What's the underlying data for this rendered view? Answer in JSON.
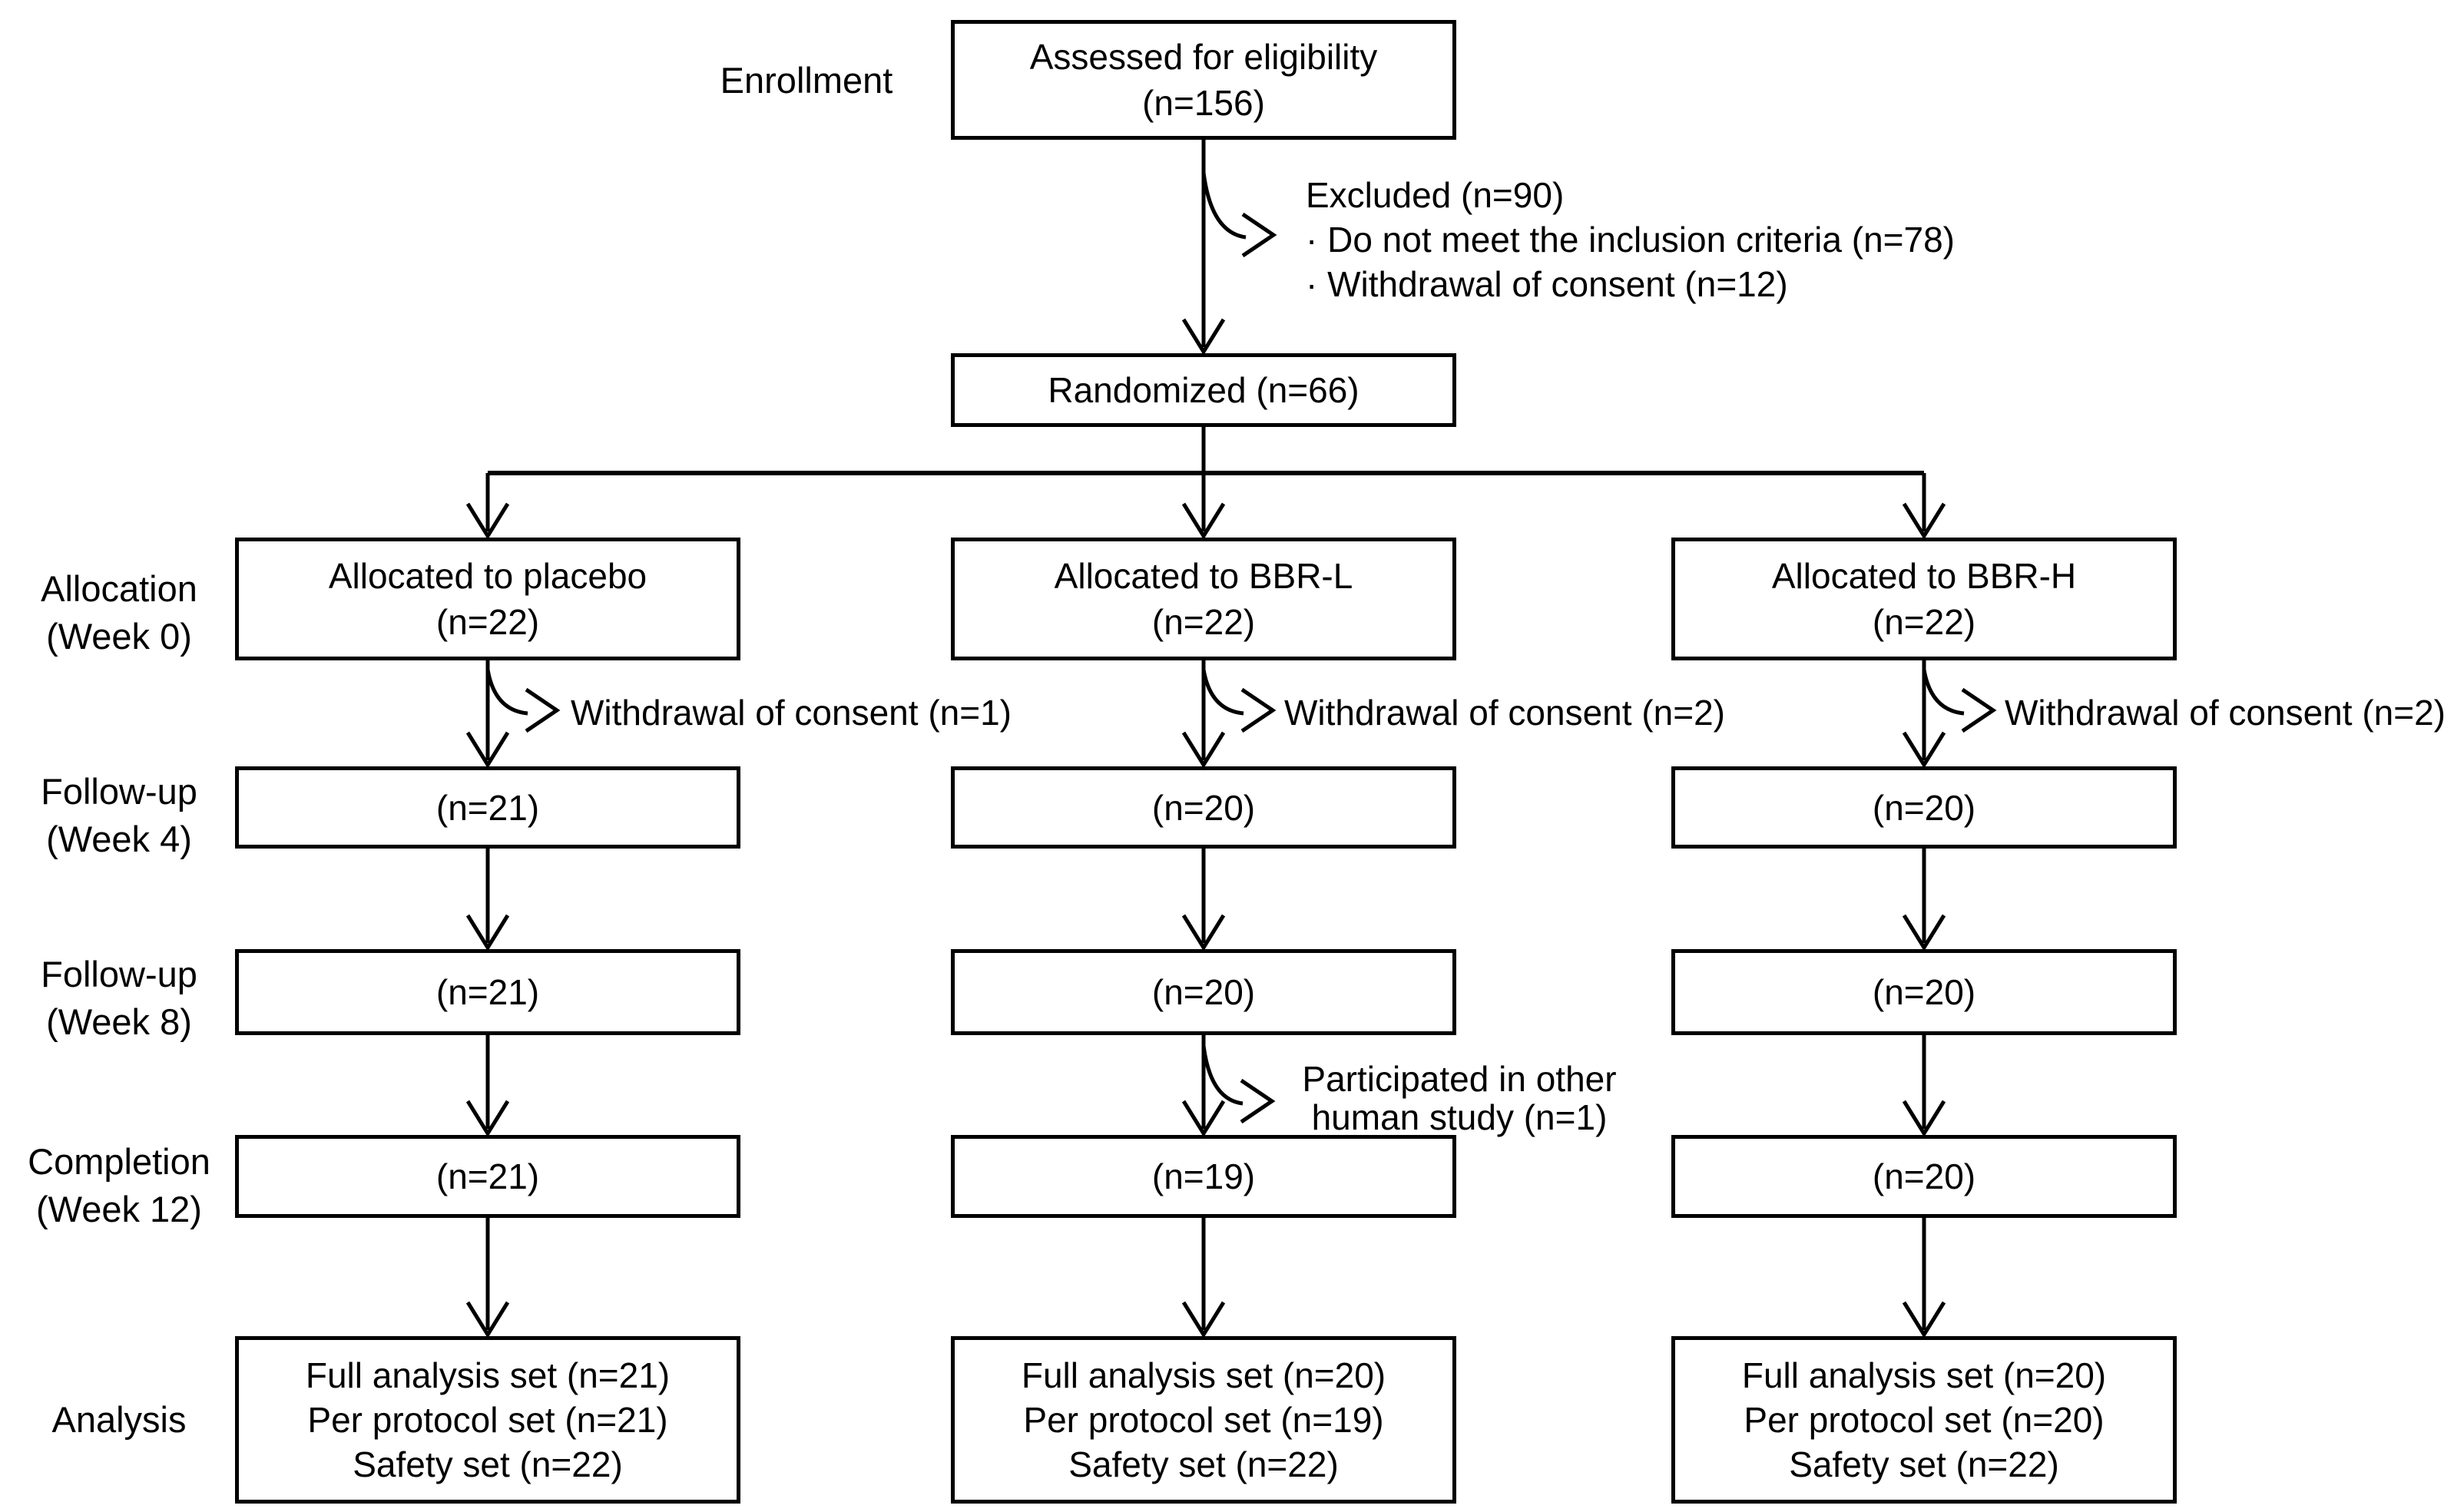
{
  "colors": {
    "line": "#000000",
    "text": "#000000",
    "background": "#ffffff"
  },
  "stages": {
    "enrollment": "Enrollment",
    "allocation_1": "Allocation",
    "allocation_2": "(Week 0)",
    "followup4_1": "Follow-up",
    "followup4_2": "(Week 4)",
    "followup8_1": "Follow-up",
    "followup8_2": "(Week 8)",
    "completion_1": "Completion",
    "completion_2": "(Week 12)",
    "analysis": "Analysis"
  },
  "boxes": {
    "assessed_1": "Assessed for eligibility",
    "assessed_2": "(n=156)",
    "randomized": "Randomized (n=66)",
    "alloc_placebo_1": "Allocated to placebo",
    "alloc_placebo_2": "(n=22)",
    "alloc_bbrl_1": "Allocated to BBR-L",
    "alloc_bbrl_2": "(n=22)",
    "alloc_bbrh_1": "Allocated to BBR-H",
    "alloc_bbrh_2": "(n=22)",
    "week4_placebo": "(n=21)",
    "week4_bbrl": "(n=20)",
    "week4_bbrh": "(n=20)",
    "week8_placebo": "(n=21)",
    "week8_bbrl": "(n=20)",
    "week8_bbrh": "(n=20)",
    "completion_placebo": "(n=21)",
    "completion_bbrl": "(n=19)",
    "completion_bbrh": "(n=20)",
    "analysis_placebo_1": "Full analysis set (n=21)",
    "analysis_placebo_2": "Per protocol set (n=21)",
    "analysis_placebo_3": "Safety set (n=22)",
    "analysis_bbrl_1": "Full analysis set (n=20)",
    "analysis_bbrl_2": "Per protocol set (n=19)",
    "analysis_bbrl_3": "Safety set (n=22)",
    "analysis_bbrh_1": "Full analysis set (n=20)",
    "analysis_bbrh_2": "Per protocol set (n=20)",
    "analysis_bbrh_3": "Safety set (n=22)"
  },
  "notes": {
    "excluded_title": "Excluded (n=90)",
    "excluded_item1": "· Do not meet the inclusion criteria (n=78)",
    "excluded_item2": "· Withdrawal of consent (n=12)",
    "withdrawal_placebo": "Withdrawal of consent (n=1)",
    "withdrawal_bbrl": "Withdrawal of consent (n=2)",
    "withdrawal_bbrh": "Withdrawal of consent (n=2)",
    "other_study_1": "Participated in other",
    "other_study_2": "human study (n=1)"
  }
}
